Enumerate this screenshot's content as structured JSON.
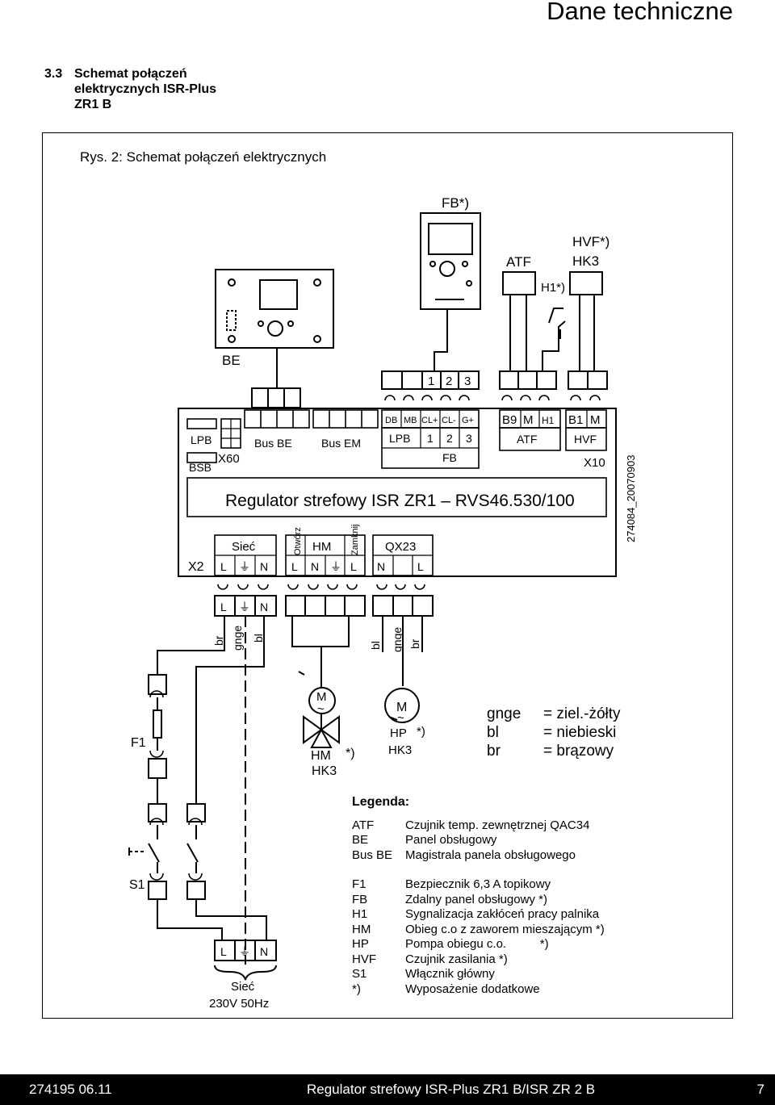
{
  "header": {
    "title": "Dane techniczne"
  },
  "section": {
    "number": "3.3",
    "lines": [
      "Schemat połączeń",
      "elektrycznych ISR-Plus",
      "ZR1 B"
    ]
  },
  "figure": {
    "caption": "Rys. 2: Schemat połączeń elektrycznych",
    "doc_id": "274084_20070903",
    "regulator_name": "Regulator strefowy ISR ZR1 – RVS46.530/100",
    "top_labels": {
      "FB": "FB*)",
      "ATF": "ATF",
      "HVF": "HVF*)",
      "HK3": "HK3",
      "H1": "H1*)",
      "BE": "BE"
    },
    "top_conn_nums": [
      "1",
      "2",
      "3"
    ],
    "terminals_top": {
      "block1": [
        "DB",
        "MB",
        "CL+",
        "CL-",
        "G+"
      ],
      "block1_sub": [
        "LPB",
        "1",
        "2",
        "3"
      ],
      "block1_label": "FB",
      "block2": [
        "B9",
        "M",
        "H1"
      ],
      "block2_label": "ATF",
      "block3": [
        "B1",
        "M"
      ],
      "block3_label": "HVF",
      "x10": "X10",
      "lpb": "LPB",
      "bsb": "BSB",
      "x60": "X60",
      "bus_be": "Bus BE",
      "bus_em": "Bus EM"
    },
    "terminals_bottom": {
      "x2": "X2",
      "siec": "Sieć",
      "siec_pins": [
        "L",
        "⏚",
        "N"
      ],
      "hm": "HM",
      "hm_pins": [
        "L",
        "N",
        "⏚",
        "L"
      ],
      "otworz": "Otwórz",
      "zamknij": "Zamknij",
      "qx23": "QX23",
      "qx_pins": [
        "N",
        "L"
      ]
    },
    "wires": {
      "left": [
        "br",
        "gnge",
        "bl"
      ],
      "right": [
        "bl",
        "gnge",
        "br"
      ]
    },
    "devices": {
      "motor": "M",
      "tilde": "~",
      "hm": "HM",
      "hm_hk3": "HK3",
      "star": "*)",
      "hp": "HP",
      "hp_star": "*)",
      "hp_hk3": "HK3",
      "f1": "F1",
      "s1": "S1",
      "siec": "Sieć",
      "supply": "230V 50Hz"
    }
  },
  "color_key": [
    {
      "key": "gnge",
      "value": "= ziel.-żółty"
    },
    {
      "key": "bl",
      "value": "= niebieski"
    },
    {
      "key": "br",
      "value": "= brązowy"
    }
  ],
  "legend": {
    "title": "Legenda:",
    "group1": [
      {
        "key": "ATF",
        "value": "Czujnik temp. zewnętrznej QAC34"
      },
      {
        "key": "BE",
        "value": "Panel obsługowy"
      },
      {
        "key": "Bus BE",
        "value": "Magistrala panela obsługowego"
      }
    ],
    "group2": [
      {
        "key": "F1",
        "value": "Bezpiecznik 6,3 A topikowy"
      },
      {
        "key": "FB",
        "value": "Zdalny panel obsługowy *)"
      },
      {
        "key": "H1",
        "value": "Sygnalizacja zakłóceń pracy palnika"
      },
      {
        "key": "HM",
        "value": "Obieg c.o z zaworem mieszającym *)"
      },
      {
        "key": "HP",
        "value": "Pompa obiegu c.o.          *)"
      },
      {
        "key": "HVF",
        "value": "Czujnik zasilania *)"
      },
      {
        "key": "S1",
        "value": "Włącznik główny"
      },
      {
        "key": "*)",
        "value": "Wyposażenie dodatkowe"
      }
    ]
  },
  "footer": {
    "left": "274195 06.11",
    "center": "Regulator strefowy ISR-Plus ZR1 B/ISR ZR 2 B",
    "page": "7"
  }
}
